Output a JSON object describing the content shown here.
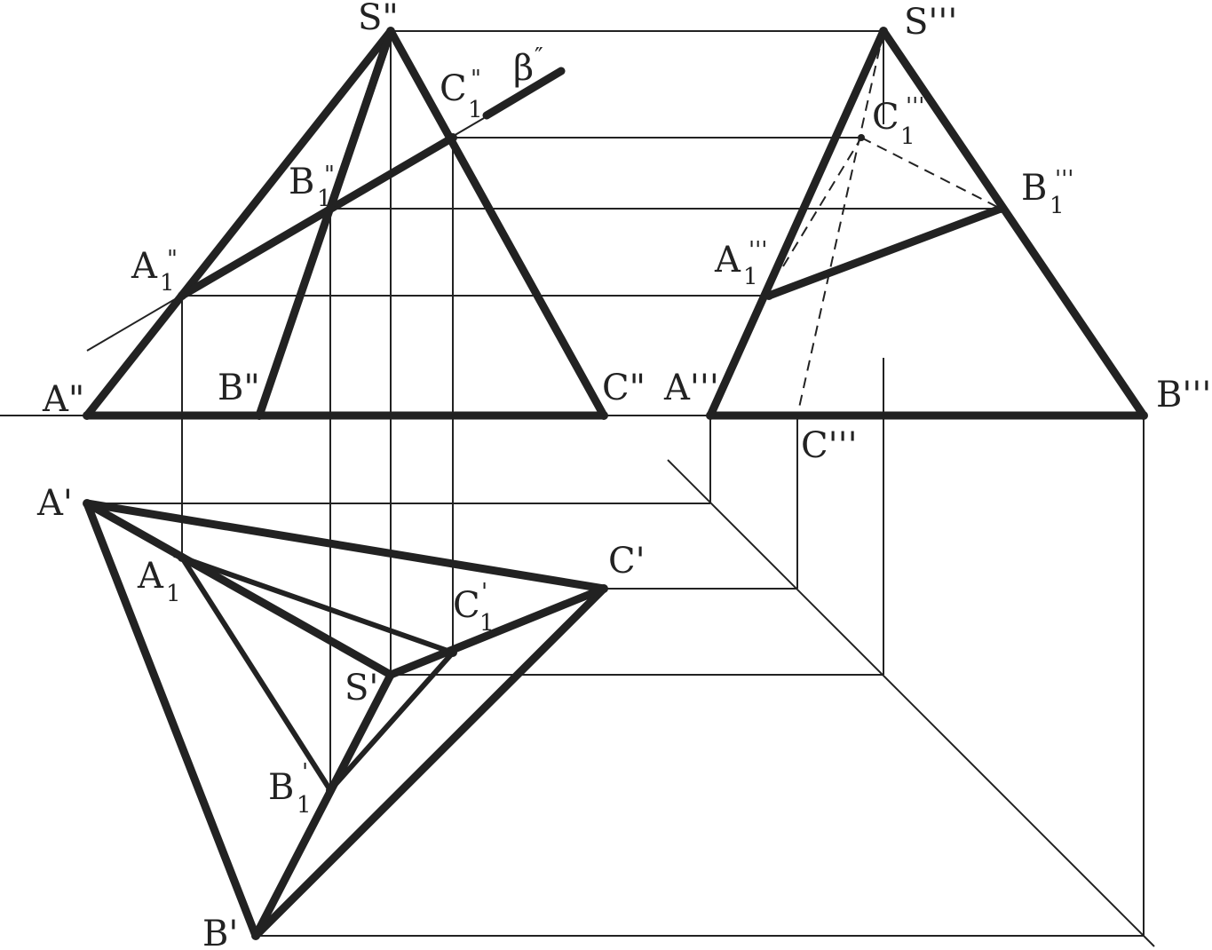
{
  "figure": {
    "front_view": {
      "S": "S\"",
      "A": "A\"",
      "B": "B\"",
      "C": "C\"",
      "A1": "A",
      "A1_sub": "1",
      "A1_mark": "\"",
      "B1": "B",
      "B1_sub": "1",
      "B1_mark": "\"",
      "C1": "C",
      "C1_sub": "1",
      "C1_mark": "\"",
      "plane": "β",
      "plane_mark": "″"
    },
    "side_view": {
      "S": "S'''",
      "A": "A'''",
      "B": "B'''",
      "C": "C'''",
      "A1": "A",
      "A1_sub": "1",
      "A1_mark": "'''",
      "B1": "B",
      "B1_sub": "1",
      "B1_mark": "'''",
      "C1": "C",
      "C1_sub": "1",
      "C1_mark": "'''"
    },
    "top_view": {
      "S": "S'",
      "A": "A'",
      "B": "B'",
      "C": "C'",
      "A1": "A",
      "A1_sub": "1",
      "A1_mark": "'",
      "B1": "B",
      "B1_sub": "1",
      "B1_mark": "'",
      "C1": "C",
      "C1_sub": "1",
      "C1_mark": "'"
    }
  }
}
